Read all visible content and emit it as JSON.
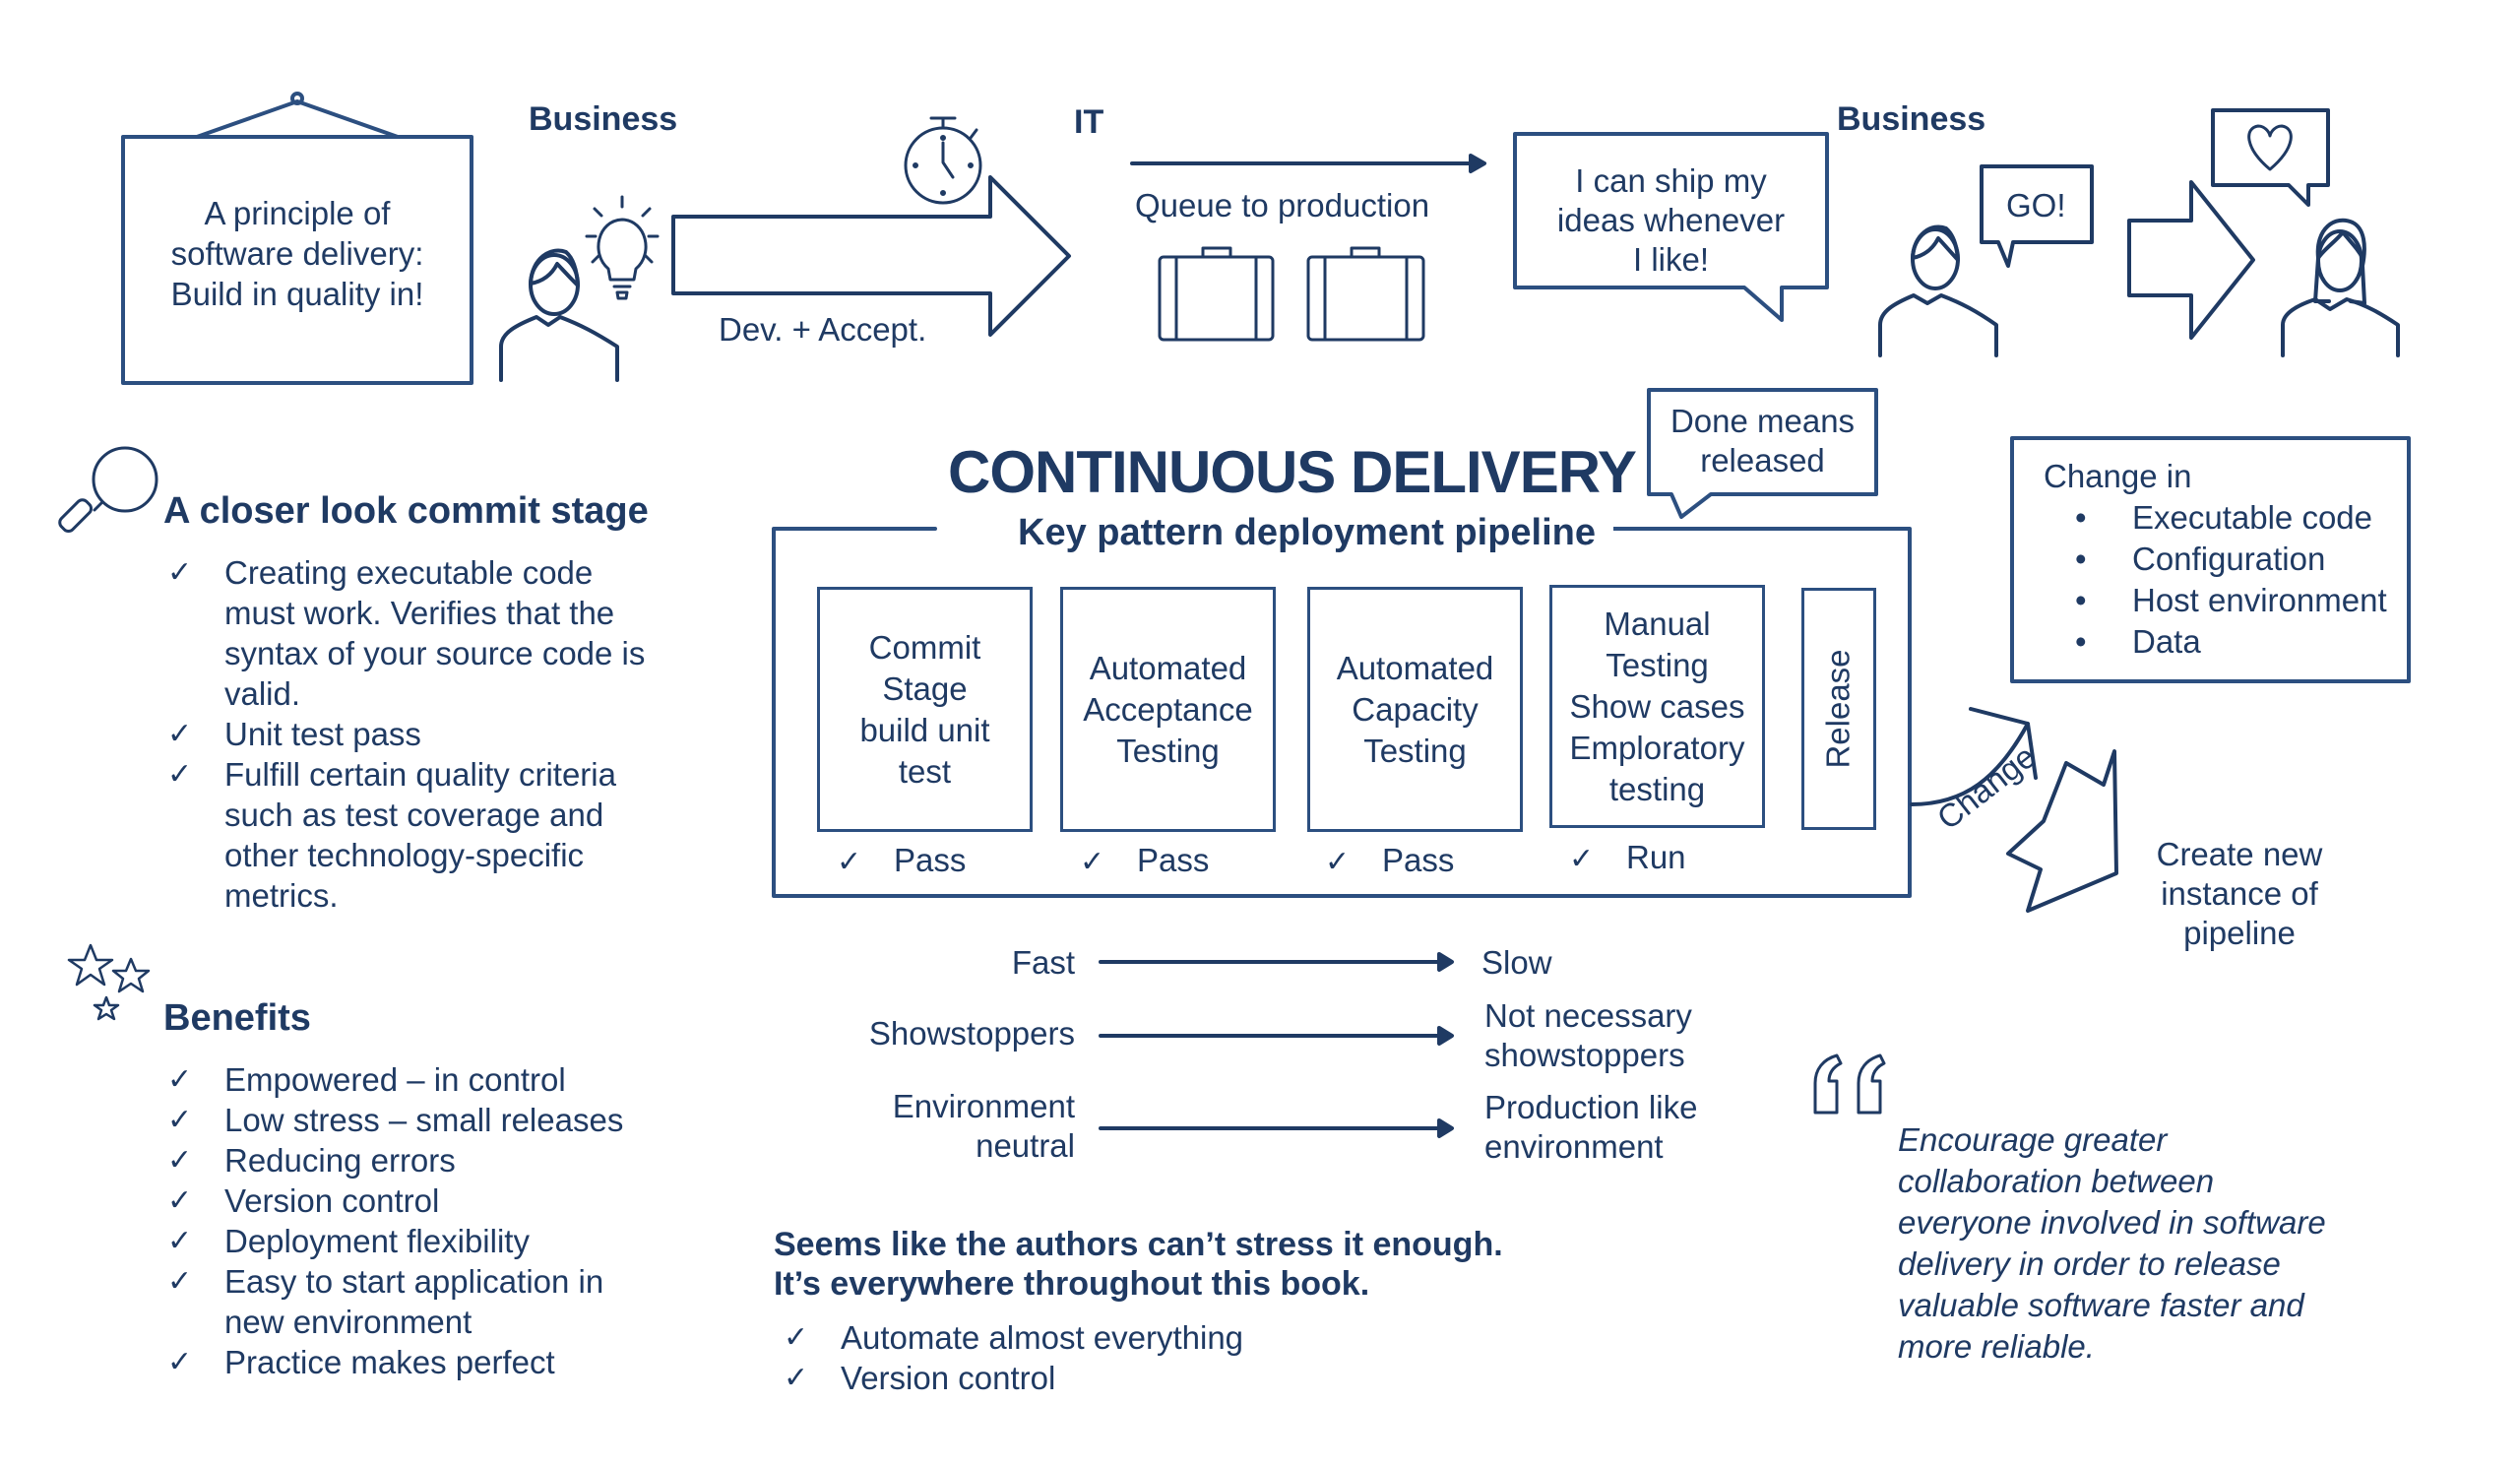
{
  "colors": {
    "ink": "#1f3a63",
    "line": "#2c4f80",
    "background": "#ffffff"
  },
  "top_story": {
    "frame_text": [
      "A principle of",
      "software delivery:",
      "Build in quality in!"
    ],
    "business_left_label": "Business",
    "dev_accept_label": "Dev. + Accept.",
    "it_label": "IT",
    "queue_label": "Queue to production",
    "ship_bubble": [
      "I can ship my",
      "ideas whenever",
      "I like!"
    ],
    "business_right_label": "Business",
    "go_bubble": "GO!",
    "icons": [
      "framed-picture-icon",
      "person-icon",
      "lightbulb-icon",
      "big-arrow-icon",
      "stopwatch-icon",
      "arrow-right-icon",
      "suitcase-icon",
      "suitcase-icon",
      "speech-bubble-icon",
      "person-icon",
      "speech-bubble-icon",
      "big-arrow-icon",
      "heart-bubble-icon",
      "woman-icon"
    ]
  },
  "commit_stage": {
    "title": "A closer look commit stage",
    "icon": "magnifier-icon",
    "check_symbol": "✓",
    "items": [
      [
        "Creating executable code",
        "must work. Verifies that the",
        "syntax of your source code is",
        "valid."
      ],
      [
        "Unit test pass"
      ],
      [
        "Fulfill certain quality criteria",
        "such as test coverage and",
        "other technology-specific",
        "metrics."
      ]
    ]
  },
  "benefits": {
    "title": "Benefits",
    "icon": "stars-icon",
    "check_symbol": "✓",
    "items": [
      [
        "Empowered – in control"
      ],
      [
        "Low stress – small releases"
      ],
      [
        "Reducing errors"
      ],
      [
        "Version control"
      ],
      [
        "Deployment flexibility"
      ],
      [
        "Easy to start application in",
        "new environment"
      ],
      [
        "Practice makes perfect"
      ]
    ]
  },
  "pipeline": {
    "title": "CONTINUOUS DELIVERY",
    "subtitle": "Key pattern deployment pipeline",
    "done_bubble": [
      "Done means",
      "released"
    ],
    "stages": [
      {
        "lines": [
          "Commit",
          "Stage",
          "build unit",
          "test"
        ],
        "result": "Pass"
      },
      {
        "lines": [
          "Automated",
          "Acceptance",
          "Testing"
        ],
        "result": "Pass"
      },
      {
        "lines": [
          "Automated",
          "Capacity",
          "Testing"
        ],
        "result": "Pass"
      },
      {
        "lines": [
          "Manual",
          "Testing",
          "Show cases",
          "Emploratory",
          "testing"
        ],
        "result": "Run"
      }
    ],
    "release_label": "Release",
    "check_symbol": "✓",
    "change_label": "Change",
    "create_new": [
      "Create new",
      "instance of",
      "pipeline"
    ]
  },
  "change_in": {
    "title": "Change in",
    "bullet": "•",
    "items": [
      "Executable code",
      "Configuration",
      "Host environment",
      "Data"
    ]
  },
  "flow": [
    {
      "left": [
        "Fast"
      ],
      "right": [
        "Slow"
      ]
    },
    {
      "left": [
        "Showstoppers"
      ],
      "right": [
        "Not necessary",
        "showstoppers"
      ]
    },
    {
      "left": [
        "Environment",
        "neutral"
      ],
      "right": [
        "Production like",
        "environment"
      ]
    }
  ],
  "stress_note": {
    "lines": [
      "Seems like the authors can’t stress it enough.",
      "It’s everywhere throughout this book."
    ],
    "check_symbol": "✓",
    "items": [
      "Automate almost everything",
      "Version control"
    ]
  },
  "quote": {
    "icon": "quote-mark-icon",
    "lines": [
      "Encourage greater",
      "collaboration between",
      "everyone involved in software",
      "delivery in order to release",
      "valuable software faster and",
      "more reliable."
    ]
  }
}
